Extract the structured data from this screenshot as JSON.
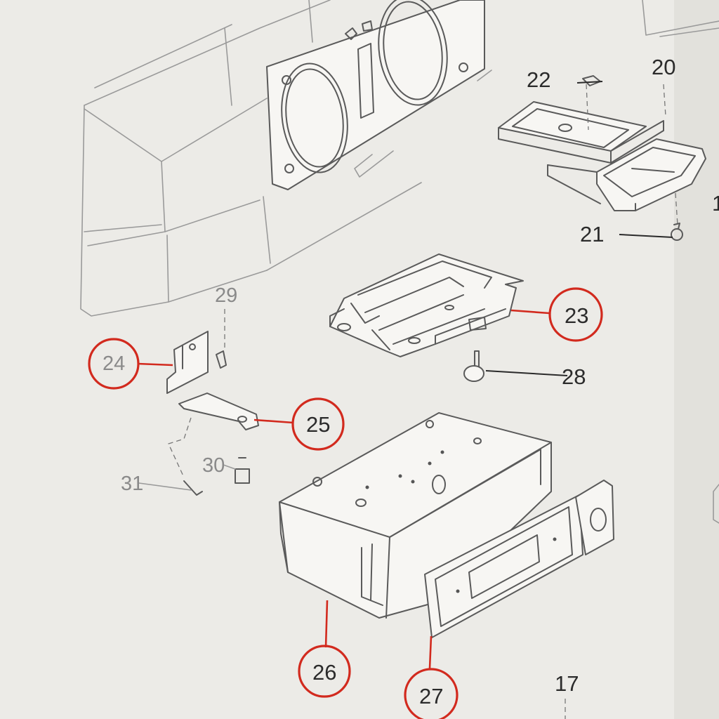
{
  "callouts": {
    "c17": "17",
    "c20": "20",
    "c21": "21",
    "c22": "22",
    "c23": "23",
    "c24": "24",
    "c25": "25",
    "c26": "26",
    "c27": "27",
    "c28": "28",
    "c29": "29",
    "c30": "30",
    "c31": "31",
    "c1": "1"
  },
  "colors": {
    "paper": "#ecebe7",
    "line": "#5a5a5a",
    "callout_circle": "#d22a1e"
  }
}
